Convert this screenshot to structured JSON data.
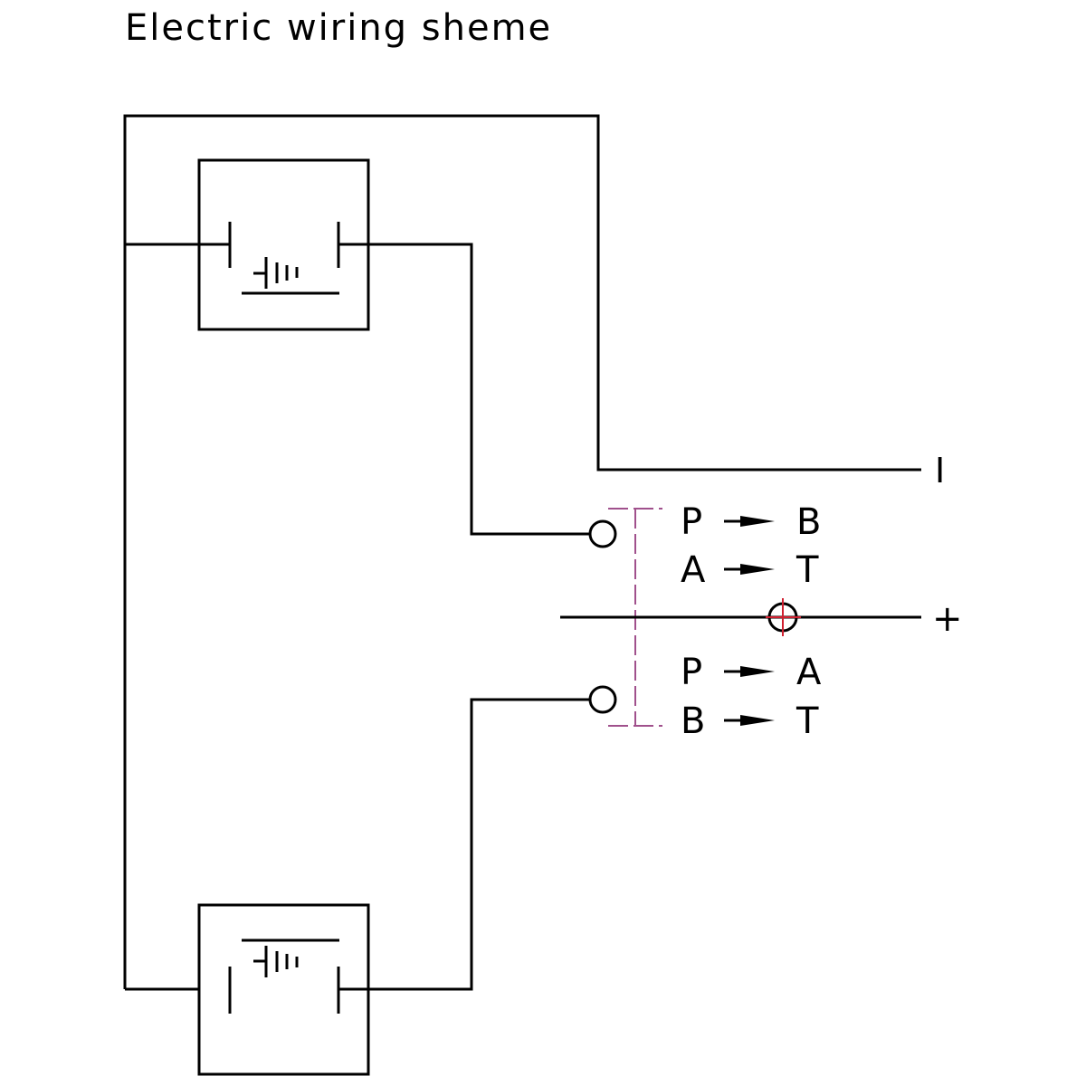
{
  "title": "Electric wiring sheme",
  "colors": {
    "wire": "#000000",
    "dashed_bracket": "#a0508c",
    "crosshair": "#d02030",
    "background": "#ffffff"
  },
  "components": {
    "solenoid_top": {
      "label": "solenoid-coil-with-battery-symbol"
    },
    "solenoid_bottom": {
      "label": "solenoid-coil-with-battery-symbol"
    }
  },
  "terminals": {
    "negative_label": "I",
    "positive_label": "+"
  },
  "flow_labels": {
    "upper": [
      {
        "from": "P",
        "to": "B"
      },
      {
        "from": "A",
        "to": "T"
      }
    ],
    "lower": [
      {
        "from": "P",
        "to": "A"
      },
      {
        "from": "B",
        "to": "T"
      }
    ]
  }
}
